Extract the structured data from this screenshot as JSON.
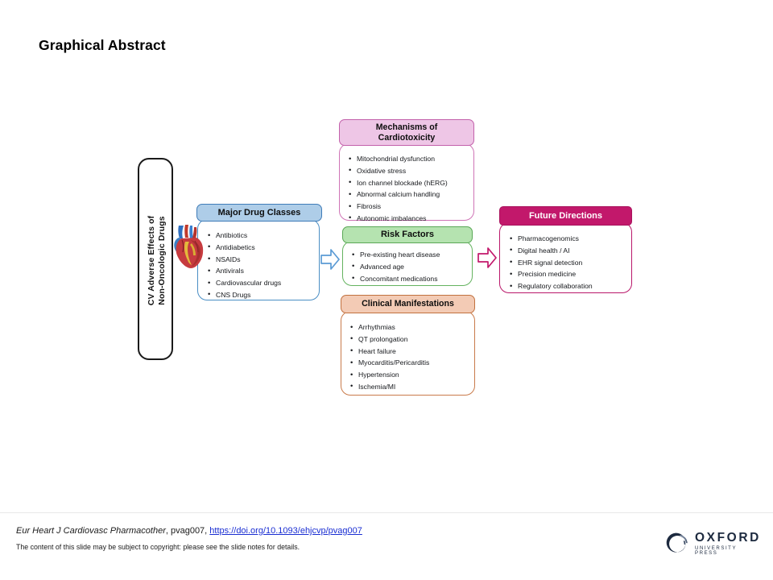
{
  "slide": {
    "title": "Graphical Abstract"
  },
  "diagram": {
    "left_banner": {
      "line1": "CV Adverse Effects of",
      "line2": "Non-Oncologic Drugs",
      "icon": "anatomical-heart-icon"
    },
    "drug_classes": {
      "header": "Major Drug Classes",
      "header_bg": "#aecde8",
      "border": "#4a8ec4",
      "items": [
        "Antibiotics",
        "Antidiabetics",
        "NSAIDs",
        "Antivirals",
        "Cardiovascular drugs",
        "CNS Drugs"
      ]
    },
    "mechanisms": {
      "header_line1": "Mechanisms of",
      "header_line2": "Cardiotoxicity",
      "header_bg": "#eec6e6",
      "border": "#cf74b6",
      "items": [
        "Mitochondrial dysfunction",
        "Oxidative stress",
        "Ion channel blockade (hERG)",
        "Abnormal calcium handling",
        "Fibrosis",
        "Autonomic imbalances"
      ]
    },
    "risk_factors": {
      "header": "Risk Factors",
      "header_bg": "#b5e3b0",
      "border": "#64b35f",
      "items": [
        "Pre-existing heart disease",
        "Advanced age",
        "Concomitant medications"
      ]
    },
    "clinical_manifestations": {
      "header": "Clinical Manifestations",
      "header_bg": "#f3cbb5",
      "border": "#c97b4b",
      "items": [
        "Arrhythmias",
        "QT prolongation",
        "Heart failure",
        "Myocarditis/Pericarditis",
        "Hypertension",
        "Ischemia/MI"
      ]
    },
    "future_directions": {
      "header": "Future Directions",
      "header_bg": "#c2186b",
      "border": "#b9176a",
      "items": [
        "Pharmacogenomics",
        "Digital health / AI",
        "EHR signal detection",
        "Precision medicine",
        "Regulatory collaboration"
      ]
    },
    "arrows": [
      {
        "name": "arrow-drugs-to-mechanisms",
        "color": "#5b9bd5"
      },
      {
        "name": "arrow-risk-to-future",
        "color": "#c2186b"
      }
    ]
  },
  "footer": {
    "journal": "Eur Heart J Cardiovasc Pharmacother",
    "article_id": ", pvag007, ",
    "doi_url": "https://doi.org/10.1093/ehjcvp/pvag007",
    "copyright": "The content of this slide may be subject to copyright: please see the slide notes for details.",
    "logo": {
      "name": "oxford-university-press-logo",
      "word_top": "OXFORD",
      "word_bottom": "UNIVERSITY PRESS",
      "color": "#1d2a3f"
    }
  }
}
